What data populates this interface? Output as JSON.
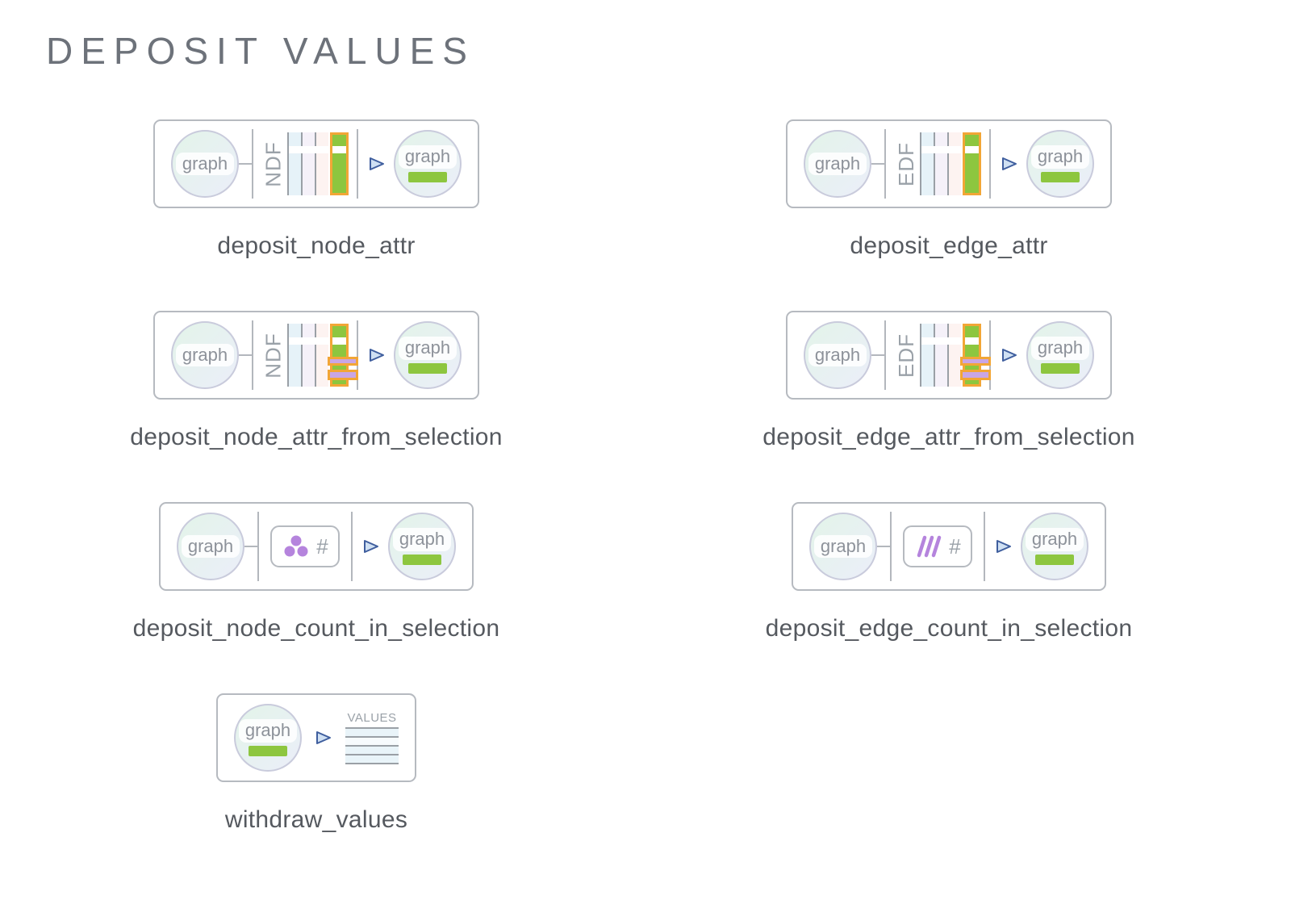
{
  "page": {
    "title": "DEPOSIT VALUES"
  },
  "cards": [
    {
      "caption": "deposit_node_attr",
      "input_label": "graph",
      "output_label": "graph",
      "table_label": "NDF"
    },
    {
      "caption": "deposit_edge_attr",
      "input_label": "graph",
      "output_label": "graph",
      "table_label": "EDF"
    },
    {
      "caption": "deposit_node_attr_from_selection",
      "input_label": "graph",
      "output_label": "graph",
      "table_label": "NDF"
    },
    {
      "caption": "deposit_edge_attr_from_selection",
      "input_label": "graph",
      "output_label": "graph",
      "table_label": "EDF"
    },
    {
      "caption": "deposit_node_count_in_selection",
      "input_label": "graph",
      "output_label": "graph",
      "count_symbol": "#"
    },
    {
      "caption": "deposit_edge_count_in_selection",
      "input_label": "graph",
      "output_label": "graph",
      "count_symbol": "#"
    },
    {
      "caption": "withdraw_values",
      "input_label": "graph",
      "values_header": "VALUES"
    }
  ],
  "colors": {
    "accent_green": "#8dc63f",
    "highlight_orange": "#f2a636",
    "selection_purple": "#b584dd",
    "column_blue": "#e6f2f8",
    "column_lavender": "#f5f1f9",
    "column_pink": "#fdf3f1",
    "grid_line_gray": "#9aa0a6",
    "card_border_gray": "#b6bac0",
    "caption_text_gray": "#55595f",
    "arrow_blue_stroke": "#3f5e9e",
    "arrow_blue_fill": "#cfe0f3"
  }
}
